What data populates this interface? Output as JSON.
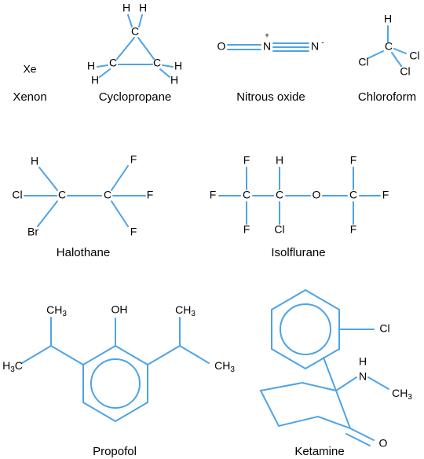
{
  "molecules": {
    "xenon": {
      "name": "Xenon",
      "xe": "Xe"
    },
    "cyclopropane": {
      "name": "Cyclopropane",
      "c": "C",
      "h": "H"
    },
    "nitrous_oxide": {
      "name": "Nitrous oxide",
      "o": "O",
      "n_center": "N",
      "n_center_charge": "+",
      "n_end": "N",
      "n_end_charge": "-"
    },
    "chloroform": {
      "name": "Chloroform",
      "c": "C",
      "h": "H",
      "cl": "Cl"
    },
    "halothane": {
      "name": "Halothane",
      "c": "C",
      "h": "H",
      "cl": "Cl",
      "br": "Br",
      "f": "F"
    },
    "isoflurane": {
      "name": "Isolflurane",
      "c": "C",
      "h": "H",
      "cl": "Cl",
      "o": "O",
      "f": "F"
    },
    "propofol": {
      "name": "Propofol",
      "oh": "OH",
      "ch": "CH",
      "h": "H",
      "c": "C",
      "sub3": "3"
    },
    "ketamine": {
      "name": "Ketamine",
      "cl": "Cl",
      "h": "H",
      "n": "N",
      "ch": "CH",
      "sub3": "3",
      "o": "O"
    }
  },
  "colors": {
    "bond": "#4ea3e6",
    "text": "#000000"
  }
}
